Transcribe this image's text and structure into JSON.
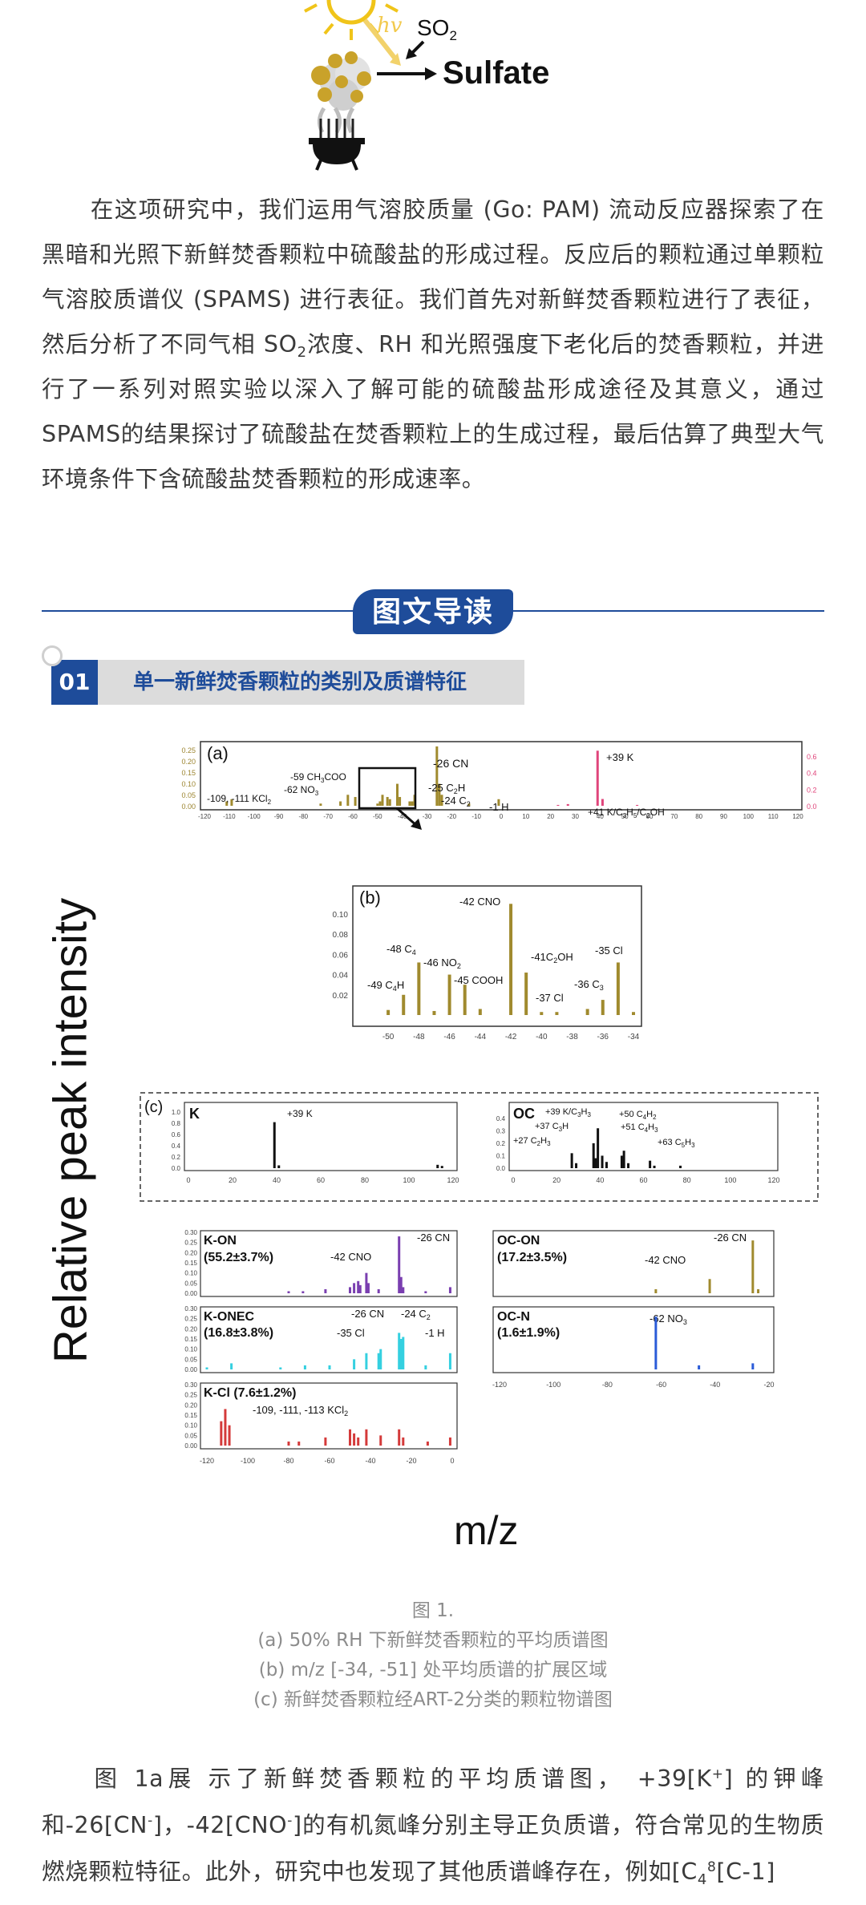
{
  "illustration": {
    "hv_label": "hv",
    "so2_label": "SO",
    "so2_sub": "2",
    "sulfate_label": "Sulfate"
  },
  "intro": {
    "text1": "在这项研究中，我们运用气溶胶质量 (Go: PAM) 流动反应器探索了在黑暗和光照下新鲜焚香颗粒中硫酸盐的形成过程。反应后的颗粒通过单颗粒气溶胶质谱仪 (SPAMS) 进行表征。我们首先对新鲜焚香颗粒进行了表征，然后分析了不同气相 SO",
    "sub": "2",
    "text2": "浓度、RH 和光照强度下老化后的焚香颗粒，并进行了一系列对照实验以深入了解可能的硫酸盐形成途径及其意义，通过SPAMS的结果探讨了硫酸盐在焚香颗粒上的生成过程，最后估算了典型大气环境条件下含硫酸盐焚香颗粒的形成速率。"
  },
  "section": {
    "title": "图文导读",
    "number": "01",
    "subtitle": "单一新鲜焚香颗粒的类别及质谱特征"
  },
  "figure": {
    "ylabel": "Relative peak intensity",
    "xlabel": "m/z",
    "panel_a": {
      "label": "(a)",
      "left_ticks": [
        "0.25",
        "0.20",
        "0.15",
        "0.10",
        "0.05",
        "0.00"
      ],
      "right_ticks": [
        "0.6",
        "0.4",
        "0.2",
        "0.0"
      ],
      "x_ticks": [
        "-120",
        "-110",
        "-100",
        "-90",
        "-80",
        "-70",
        "-60",
        "-50",
        "-40",
        "-30",
        "-20",
        "-10",
        "0",
        "10",
        "20",
        "30",
        "40",
        "50",
        "60",
        "70",
        "80",
        "90",
        "100",
        "110",
        "120"
      ],
      "annotations": [
        "-109, -111 KCl",
        "-59 CH",
        "-62 NO",
        "-26 CN",
        "-25 C",
        "-24 C",
        "-1 H",
        "+39 K",
        "+41 K/C"
      ]
    },
    "panel_b": {
      "label": "(b)",
      "y_ticks": [
        "0.10",
        "0.08",
        "0.06",
        "0.04",
        "0.02"
      ],
      "x_ticks": [
        "-50",
        "-48",
        "-46",
        "-44",
        "-42",
        "-40",
        "-38",
        "-36",
        "-34"
      ],
      "annotations": [
        "-42 CNO",
        "-48 C",
        "-46 NO",
        "-45 COOH",
        "-41C",
        "-35 Cl",
        "-49 C",
        "-36 C",
        "-37 Cl"
      ]
    },
    "panel_c": {
      "label": "(c)",
      "K_title": "K",
      "K_ann": "+39 K",
      "OC_title": "OC",
      "OC_ann": [
        "+39 K/C",
        "+50 C",
        "+37 C",
        "+51 C",
        "+27 C",
        "+63 C"
      ],
      "y_ticks": [
        "1.0",
        "0.8",
        "0.6",
        "0.4",
        "0.2",
        "0.0"
      ],
      "oc_y_ticks": [
        "0.4",
        "0.3",
        "0.2",
        "0.1",
        "0.0"
      ],
      "x_ticks": [
        "0",
        "20",
        "40",
        "60",
        "80",
        "100",
        "120"
      ]
    },
    "neg_panels": {
      "y_ticks": [
        "0.30",
        "0.25",
        "0.20",
        "0.15",
        "0.10",
        "0.05",
        "0.00"
      ],
      "x_ticks": [
        "-120",
        "-100",
        "-80",
        "-60",
        "-40",
        "-20",
        "0"
      ],
      "kon_title": "K-ON",
      "kon_pct": "(55.2±3.7%)",
      "kon_ann1": "-26 CN",
      "kon_ann2": "-42 CNO",
      "konec_title": "K-ONEC",
      "konec_pct": "(16.8±3.8%)",
      "konec_ann1": "-26 CN",
      "konec_ann2": "-24 C",
      "konec_ann3": "-35 Cl",
      "konec_ann4": "-1 H",
      "kcl_title": "K-Cl (7.6±1.2%)",
      "kcl_ann": "-109, -111, -113 KCl",
      "ocon_title": "OC-ON",
      "ocon_pct": "(17.2±3.5%)",
      "ocon_ann1": "-26 CN",
      "ocon_ann2": "-42 CNO",
      "ocn_title": "OC-N",
      "ocn_pct": "(1.6±1.9%)",
      "ocn_ann": "-62 NO",
      "oc_x_ticks": [
        "-120",
        "-100",
        "-80",
        "-60",
        "-40",
        "-20"
      ]
    }
  },
  "caption": {
    "line1": "图 1.",
    "line2": "(a) 50% RH 下新鲜焚香颗粒的平均质谱图",
    "line3": "(b) m/z [-34, -51] 处平均质谱的扩展区域",
    "line4": "(c) 新鲜焚香颗粒经ART-2分类的颗粒物谱图"
  },
  "body": {
    "p1a": "图 1a展 示了新鲜焚香颗粒的平均质谱图，  +39[K",
    "p1b": "] 的钾峰和-26[CN",
    "p1c": "]，-42[CNO",
    "p1d": "]的有机氮峰分别主导正负质谱，符合常见的生物质燃烧颗粒特征。此外，研究中也发现了其他质谱峰存在，例如[C",
    "p1e": "4",
    "p1f": "8",
    "p1g": "[C",
    "p1h": "-1]",
    "sup_plus": "+",
    "sup_minus": "-"
  },
  "colors": {
    "accent": "#1e4c9a",
    "olive": "#a08a2e",
    "pink": "#e0457b",
    "purple": "#7a3fb0",
    "cyan": "#35d0e0",
    "red": "#d43a3a",
    "blue": "#2a5bd8"
  }
}
